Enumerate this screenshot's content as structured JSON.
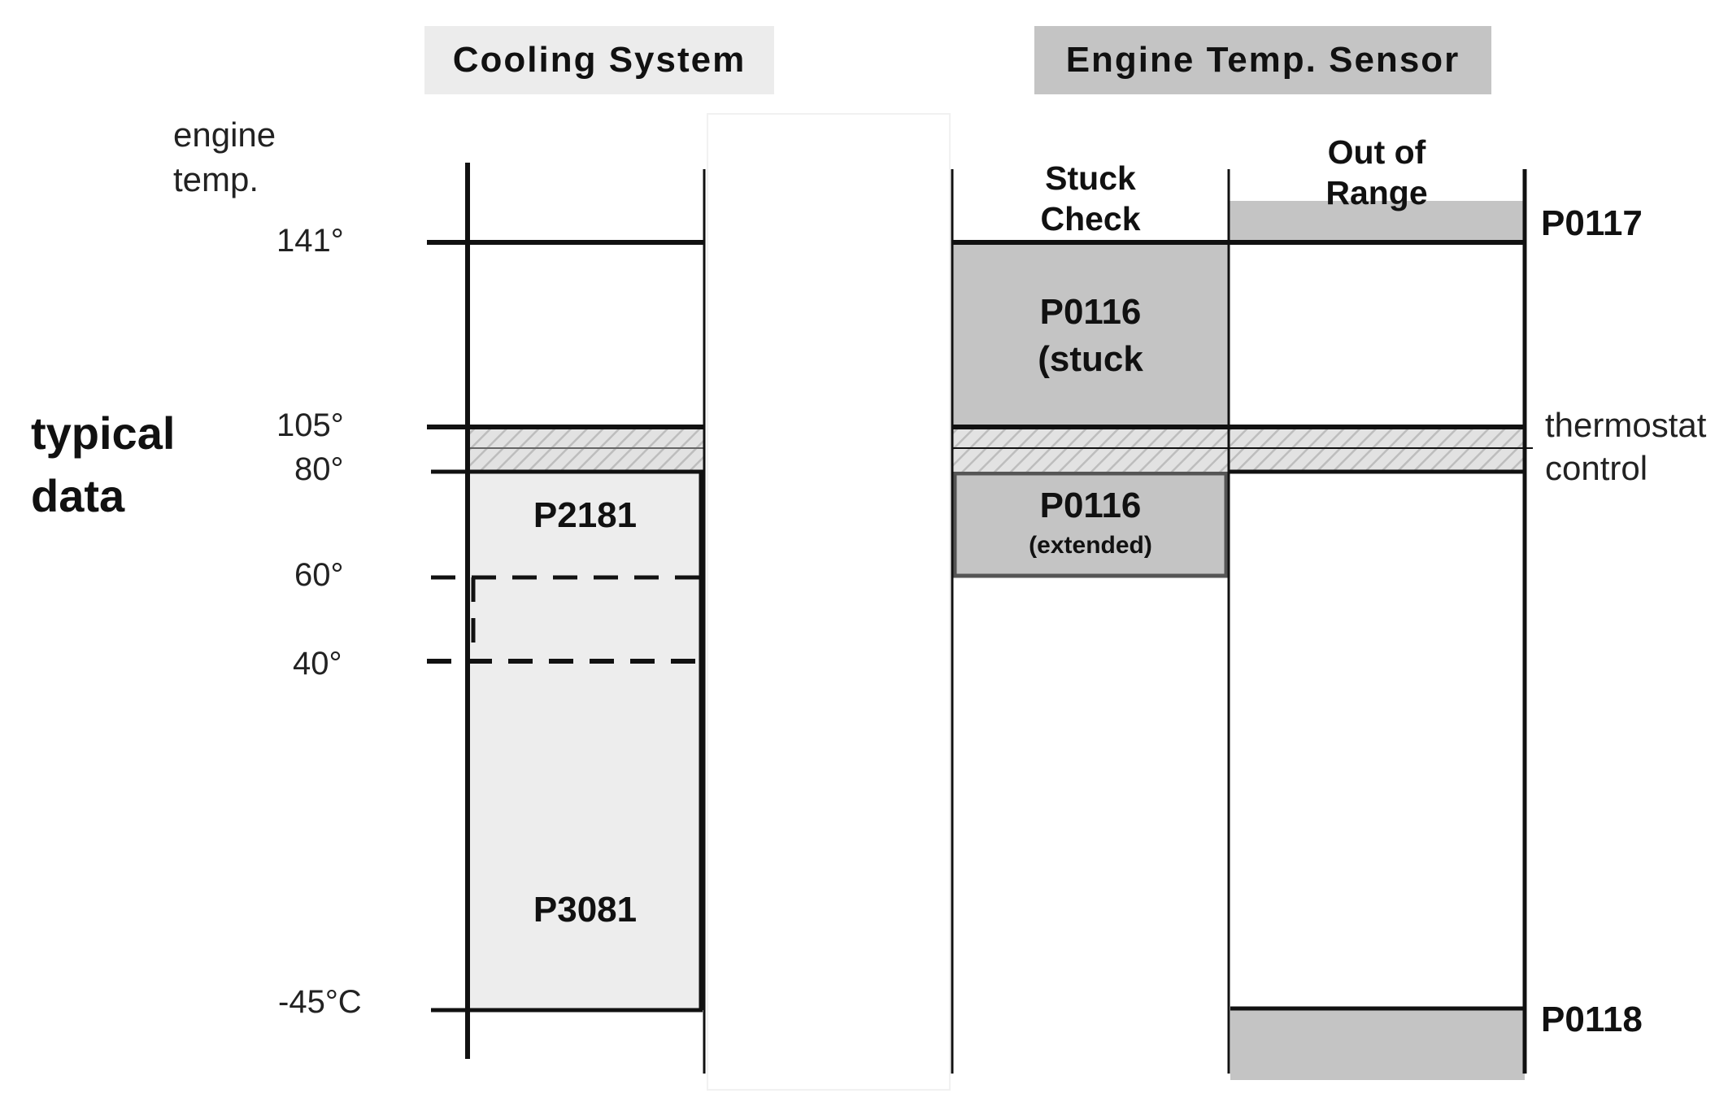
{
  "headers": {
    "cooling_system": "Cooling System",
    "engine_temp_sensor": "Engine Temp. Sensor"
  },
  "axis": {
    "title_line1": "engine",
    "title_line2": "temp.",
    "ticks": [
      "141°",
      "105°",
      "80°",
      "60°",
      "40°",
      "-45°C"
    ]
  },
  "side_label": {
    "line1": "typical",
    "line2": "data"
  },
  "columns": {
    "stuck_check_line1": "Stuck",
    "stuck_check_line2": "Check",
    "out_of_range_line1": "Out of",
    "out_of_range_line2": "Range"
  },
  "codes": {
    "p2181": "P2181",
    "p3081": "P3081",
    "p0116_stuck_line1": "P0116",
    "p0116_stuck_line2": "(stuck",
    "p0116_ext_line1": "P0116",
    "p0116_ext_line2": "(extended)",
    "p0117": "P0117",
    "p0118": "P0118"
  },
  "thermostat": {
    "line1": "thermostat",
    "line2": "control"
  },
  "colors": {
    "header_light": "#ececec",
    "header_dark": "#c4c4c4",
    "region_light": "#ededed",
    "region_dark": "#c4c4c4",
    "hatch": "#cfcfcf",
    "line": "#111111"
  }
}
